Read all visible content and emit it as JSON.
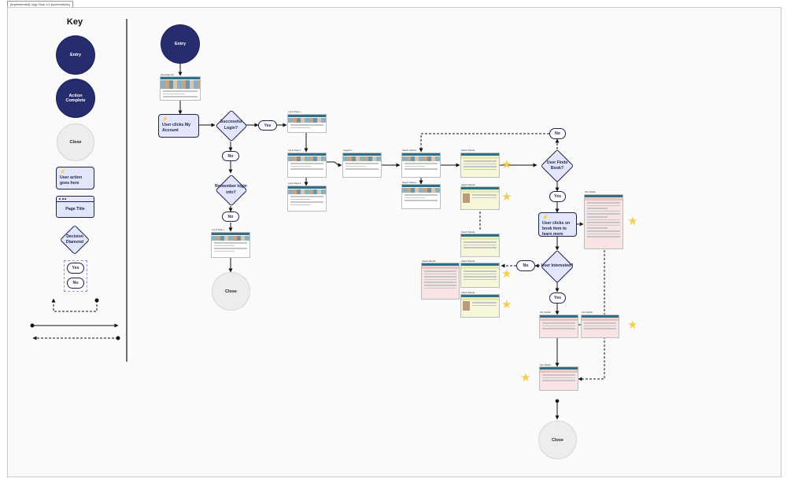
{
  "frame_label": "[Implemented] Ugly Flow 1.0 [screenshots]",
  "key": {
    "title": "Key",
    "entry": "Entry",
    "action_complete": "Action Complete",
    "close": "Close",
    "user_action": "User action goes here",
    "page_title": "Page Title",
    "decision": "Decision Diamond",
    "yes": "Yes",
    "no": "No"
  },
  "flow": {
    "entry": "Entry",
    "user_clicks_account": "User clicks My Account",
    "successful_login": "Successful Login?",
    "yes_login": "Yes",
    "no_login": "No",
    "remember_login": "Remember login info?",
    "no_remember": "No",
    "close_left": "Close",
    "no_top": "No",
    "user_finds_book": "User Finds Book?",
    "yes_finds": "Yes",
    "user_clicks_book": "User clicks on book item to learn more",
    "no_interested": "No",
    "user_interested": "User Interested?",
    "yes_interested": "Yes",
    "close_bottom": "Close"
  },
  "screenshots": {
    "homepage": "Homepage SU",
    "login1": "Log In Page 1",
    "login2": "Log In Page 2",
    "login3": "Log In Page 3",
    "logged_in": "Logged In",
    "search_options": "Search Options",
    "search_results": "Search Results",
    "item_details": "Item Details"
  },
  "colors": {
    "navy": "#262c6e",
    "decision_fill": "#e3e6f8",
    "star": "#f2d04e"
  }
}
